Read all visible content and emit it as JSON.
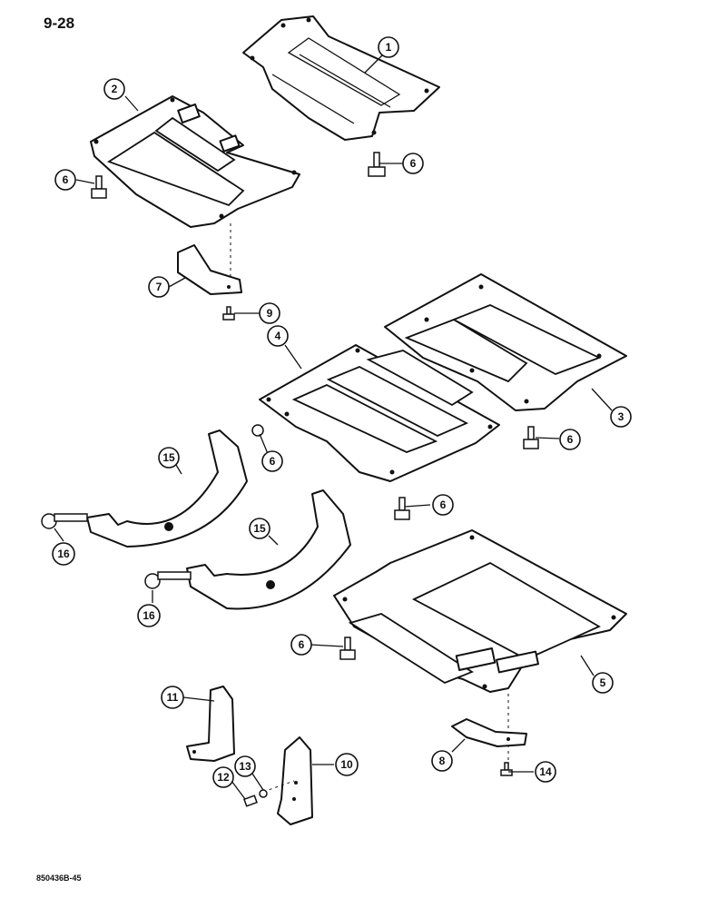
{
  "page_number": "9-28",
  "figure_code": "850436B-45",
  "callouts": [
    "1",
    "2",
    "3",
    "4",
    "5",
    "6",
    "6",
    "6",
    "6",
    "6",
    "6",
    "7",
    "8",
    "9",
    "10",
    "11",
    "12",
    "13",
    "14",
    "15",
    "15",
    "16",
    "16"
  ]
}
